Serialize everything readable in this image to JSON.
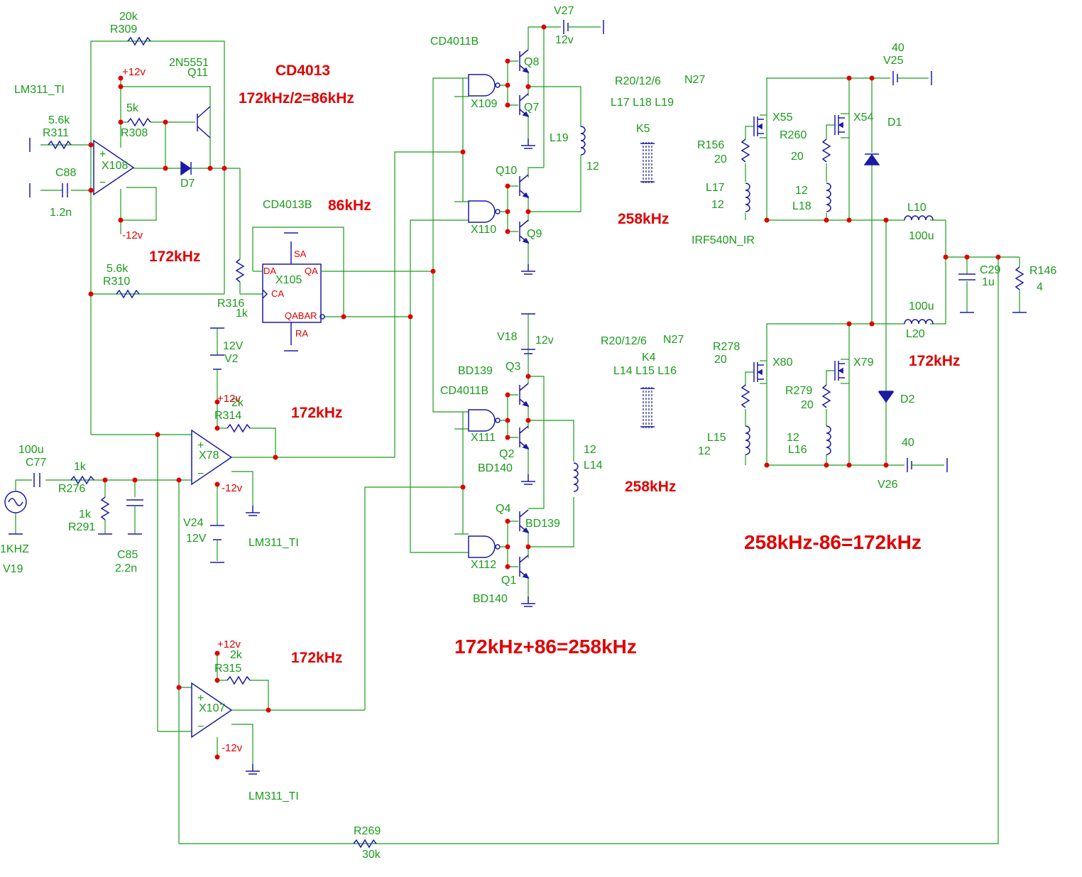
{
  "labels": {
    "R309_val": "20k",
    "R309": "R309",
    "Q11_type": "2N5551",
    "Q11": "Q11",
    "X108_type": "LM311_TI",
    "R308_val": "5k",
    "R308": "R308",
    "R311_val": "5.6k",
    "R311": "R311",
    "X108": "X108",
    "C88": "C88",
    "C88_val": "1.2n",
    "D7": "D7",
    "R310_val": "5.6k",
    "R310": "R310",
    "R316": "R316",
    "R316_val": "1k",
    "X105_type": "CD4013B",
    "X105": "X105",
    "V2_val": "12V",
    "V2": "V2",
    "R314_val": "2k",
    "R314": "R314",
    "X78": "X78",
    "V24": "V24",
    "V24_val": "12V",
    "X78_type": "LM311_TI",
    "C77_val": "100u",
    "C77": "C77",
    "R276_val": "1k",
    "R276": "R276",
    "R291_val": "1k",
    "R291": "R291",
    "V19_val": "1KHZ",
    "V19": "V19",
    "C85": "C85",
    "C85_val": "2.2n",
    "R315_val": "2k",
    "R315": "R315",
    "X107": "X107",
    "X107_type": "LM311_TI",
    "R269": "R269",
    "R269_val": "30k",
    "gate_top_type": "CD4011B",
    "X109": "X109",
    "X110": "X110",
    "gate_bot_type": "CD4011B",
    "X111": "X111",
    "X112": "X112",
    "Q8": "Q8",
    "Q7": "Q7",
    "Q10": "Q10",
    "Q9": "Q9",
    "V27": "V27",
    "V27_val": "12v",
    "L19": "L19",
    "L19_val": "12",
    "K5_core": "R20/12/6",
    "K5_mat": "N27",
    "K5_ind": "L17 L18 L19",
    "K5": "K5",
    "V18": "V18",
    "V18_val": "12v",
    "Q3_type": "BD139",
    "Q3": "Q3",
    "Q2": "Q2",
    "Q2_type": "BD140",
    "L14_val": "12",
    "L14": "L14",
    "Q4": "Q4",
    "Q4_type": "BD139",
    "Q1": "Q1",
    "Q1_type": "BD140",
    "K4_core": "R20/12/6",
    "K4_mat": "N27",
    "K4": "K4",
    "K4_ind": "L14 L15 L16",
    "V25_val": "40",
    "V25": "V25",
    "X55": "X55",
    "X54": "X54",
    "D1": "D1",
    "R156": "R156",
    "R156_val": "20",
    "R260": "R260",
    "R260_val": "20",
    "L17": "L17",
    "L17_val": "12",
    "L18_val": "12",
    "L18": "L18",
    "mos_type": "IRF540N_IR",
    "L10": "L10",
    "L10_val": "100u",
    "C29": "C29",
    "C29_val": "1u",
    "R146": "R146",
    "R146_val": "4",
    "L20_val": "100u",
    "L20": "L20",
    "R278": "R278",
    "R278_val": "20",
    "X80": "X80",
    "X79": "X79",
    "R279": "R279",
    "R279_val": "20",
    "D2": "D2",
    "L15": "L15",
    "L15_val": "12",
    "L16_val": "12",
    "L16": "L16",
    "V26_val": "40",
    "V26": "V26"
  },
  "pins": {
    "SA": "SA",
    "DA": "DA",
    "QA": "QA",
    "CA": "CA",
    "QABAR": "QABAR",
    "RA": "RA"
  },
  "supplies": {
    "p12_a": "+12v",
    "m12_a": "-12v",
    "p12_b": "+12v",
    "m12_b": "-12v",
    "p12_c": "+12v",
    "m12_c": "-12v"
  },
  "annotations": {
    "cd4013": "CD4013",
    "div": "172kHz/2=86kHz",
    "f86": "86kHz",
    "f172_a": "172kHz",
    "f172_b": "172kHz",
    "f172_c": "172kHz",
    "f258_a": "258kHz",
    "f258_b": "258kHz",
    "f172_out": "172kHz",
    "sum": "172kHz+86=258kHz",
    "diff": "258kHz-86=172kHz"
  }
}
